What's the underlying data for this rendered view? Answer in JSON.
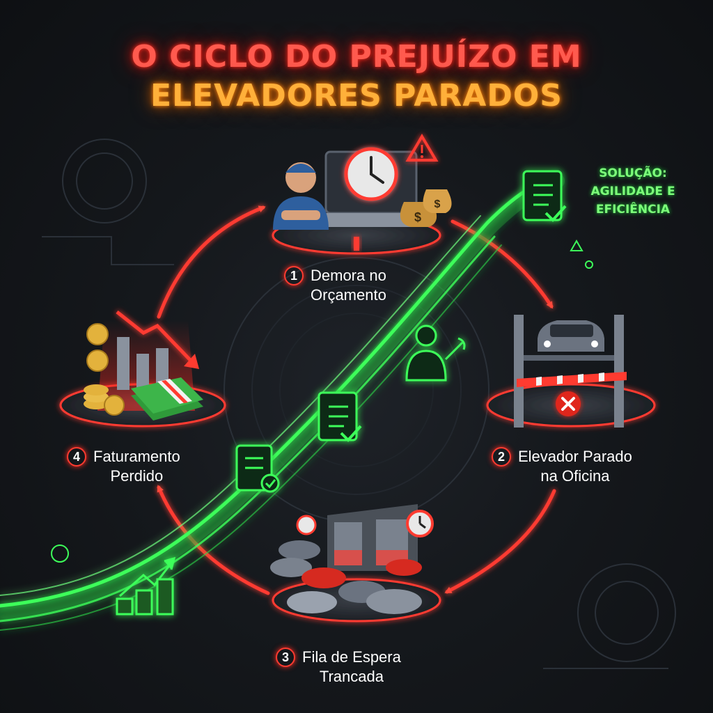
{
  "title": {
    "line1": "O CICLO DO PREJUÍZO EM",
    "line2": "ELEVADORES PARADOS"
  },
  "solution": {
    "line1": "SOLUÇÃO:",
    "line2": "AGILIDADE E",
    "line3": "EFICIÊNCIA"
  },
  "steps": [
    {
      "number": "1",
      "line1": "Demora no",
      "line2": "Orçamento"
    },
    {
      "number": "2",
      "line1": "Elevador Parado",
      "line2": "na Oficina"
    },
    {
      "number": "3",
      "line1": "Fila de Espera",
      "line2": "Trancada"
    },
    {
      "number": "4",
      "line1": "Faturamento",
      "line2": "Perdido"
    }
  ],
  "icons": {
    "step1": [
      "mechanic-icon",
      "laptop-icon",
      "clock-icon",
      "money-bag-icon",
      "warning-icon"
    ],
    "step2": [
      "car-lift-icon",
      "car-icon",
      "barrier-tape-icon",
      "x-mark-icon"
    ],
    "step3": [
      "garage-icon",
      "cars-icon",
      "clock-icon"
    ],
    "step4": [
      "declining-chart-icon",
      "coins-icon",
      "cash-stack-icon"
    ],
    "solution": [
      "checklist-icon",
      "mechanic-wrench-icon",
      "growth-arrow-icon"
    ]
  },
  "colors": {
    "loss_red": "#ff3b30",
    "title_red": "#ff5a4e",
    "title_orange": "#ffb03a",
    "solution_green": "#3dff5a",
    "background": "#15181c"
  }
}
